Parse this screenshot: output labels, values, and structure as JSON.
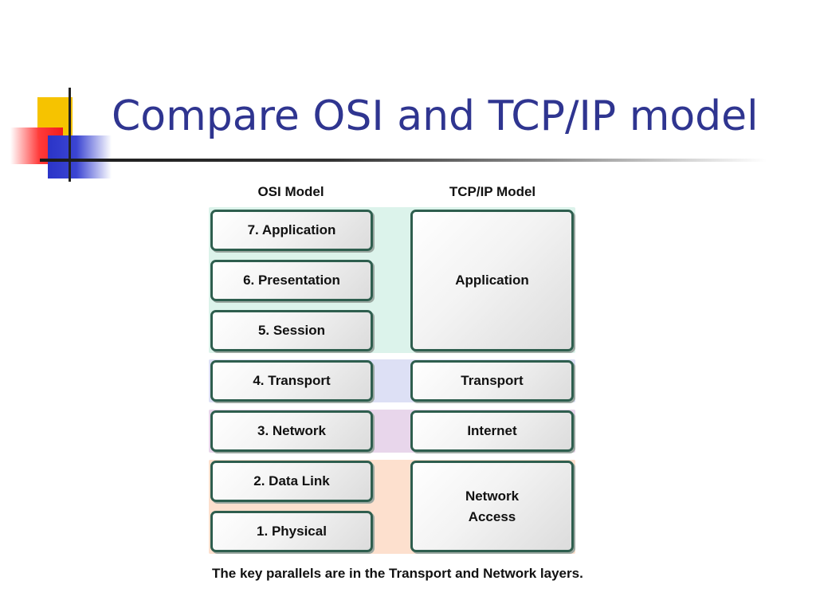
{
  "slide": {
    "title": "Compare OSI and TCP/IP model"
  },
  "diagram": {
    "osi_header": "OSI Model",
    "tcp_header": "TCP/IP Model",
    "osi_layers": [
      "7. Application",
      "6. Presentation",
      "5. Session",
      "4. Transport",
      "3. Network",
      "2. Data Link",
      "1. Physical"
    ],
    "tcp_layers": [
      {
        "label": "Application",
        "maps_to": [
          "7. Application",
          "6. Presentation",
          "5. Session"
        ]
      },
      {
        "label": "Transport",
        "maps_to": [
          "4. Transport"
        ]
      },
      {
        "label": "Internet",
        "maps_to": [
          "3. Network"
        ]
      },
      {
        "label": "Network\nAccess",
        "maps_to": [
          "2. Data Link",
          "1. Physical"
        ]
      }
    ],
    "band_colors": {
      "application": "#dcf3eb",
      "transport": "#dde0f5",
      "network": "#e8d6eb",
      "link": "#fde0ce"
    },
    "box_border_color": "#2e5e4e",
    "caption": "The key parallels are in the Transport and Network layers."
  }
}
